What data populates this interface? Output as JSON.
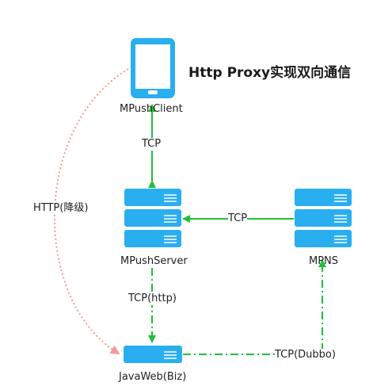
{
  "title": "Http Proxy实现双向通信",
  "nodes": {
    "client": {
      "label": "MPushClient",
      "icon": "smartphone-icon"
    },
    "server": {
      "label": "MPushServer",
      "icon": "server-icon"
    },
    "mpns": {
      "label": "MPNS",
      "icon": "server-icon"
    },
    "javaweb": {
      "label": "JavaWeb(Biz)",
      "icon": "server-icon"
    }
  },
  "edges": {
    "client_server": "TCP",
    "mpns_server": "TCP",
    "server_javaweb": "TCP(http)",
    "javaweb_mpns": "TCP(Dubbo)",
    "client_javaweb": "HTTP(降级)"
  },
  "colors": {
    "node_fill": "#29aef0",
    "node_stripe": "#ffffff",
    "tcp_line": "#1fbf3c",
    "http_line": "#f59a9a",
    "text": "#222222"
  }
}
